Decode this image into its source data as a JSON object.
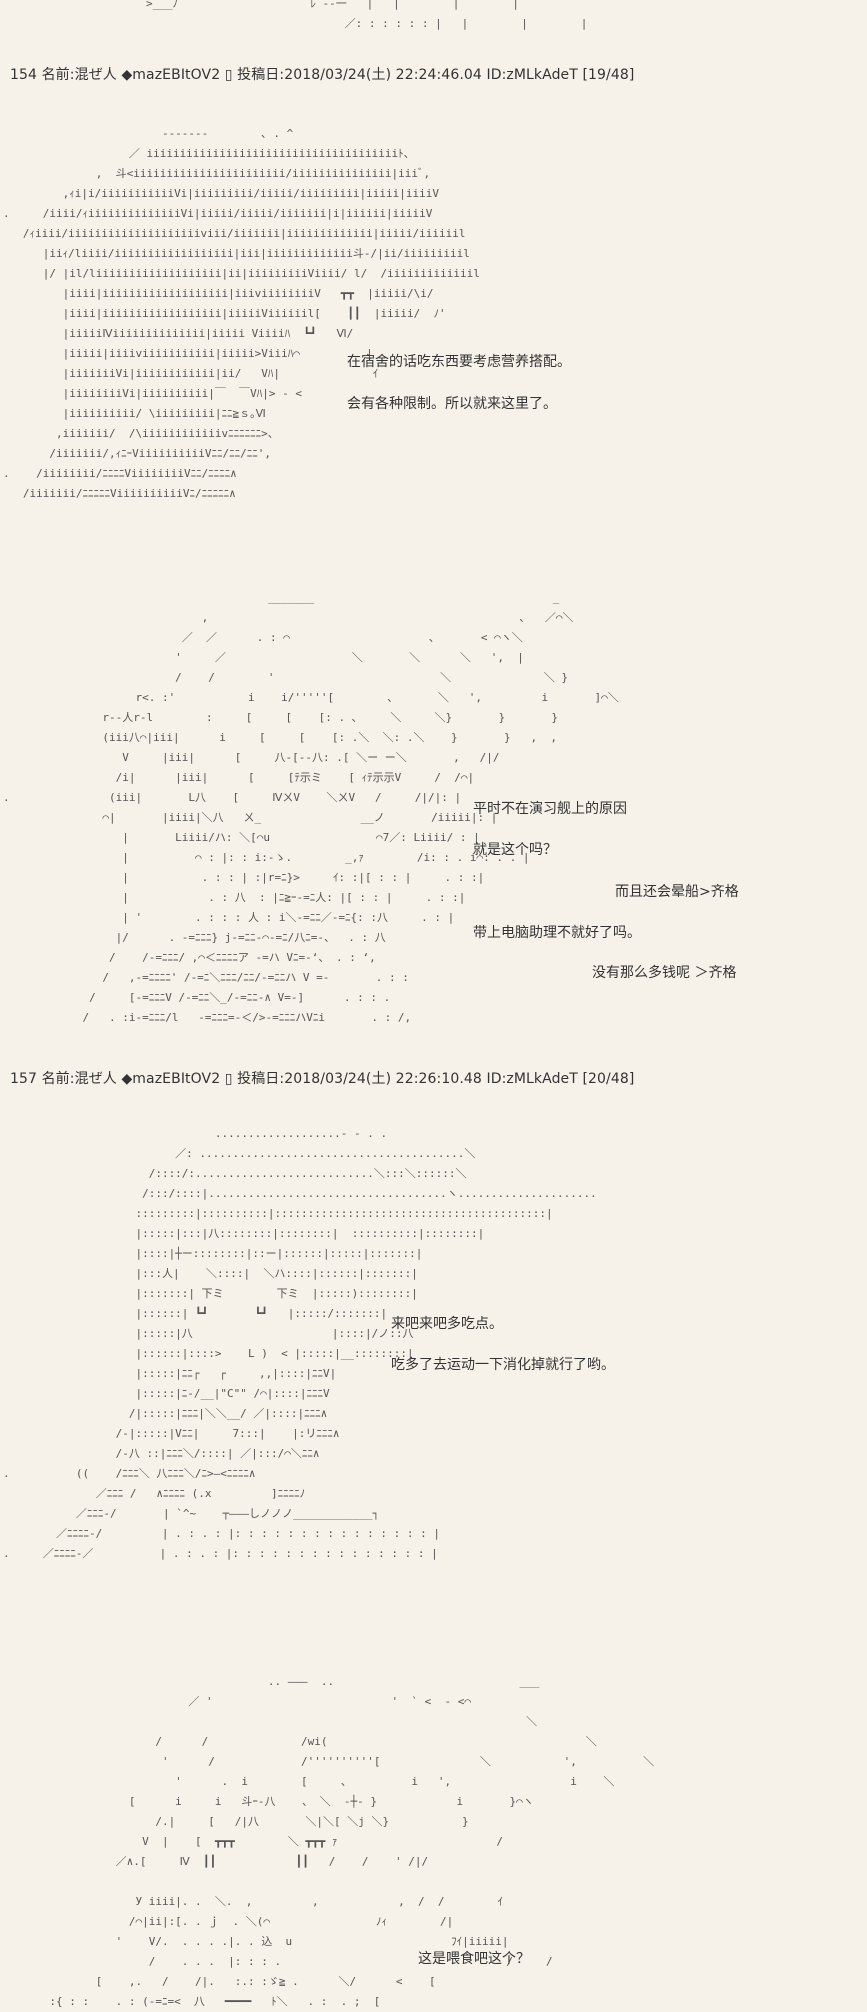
{
  "posts": [
    {
      "number": "154",
      "header": "154 名前:混ぜ人 ◆mazEBItOV2 ▯ 投稿日:2018/03/24(土) 22:24:46.04 ID:zMLkAdeT [19/48]",
      "lines": [
        "在宿舍的话吃东西要考虑营养搭配。",
        "会有各种限制。所以就来这里了。",
        "平时不在演习舰上的原因",
        "就是这个吗？",
        "而且还会晕船>齐格",
        "带上电脑助理不就好了吗。",
        "没有那么多钱呢 ＞齐格"
      ]
    },
    {
      "number": "157",
      "header": "157 名前:混ぜ人 ◆mazEBItOV2 ▯ 投稿日:2018/03/24(土) 22:26:10.48 ID:zMLkAdeT [20/48]",
      "lines": [
        "来吧来吧多吃点。",
        "吃多了去运动一下消化掉就行了哟。",
        "这是喂食吧这个？"
      ]
    }
  ],
  "aa": {
    "top": "                >___ﾉ                    ﾚ -‐一   |   |        |        |\n                                              ／: : : : : : |   |        |        |",
    "art1": "                        -------        ､ . ^\n                   ／ iiiiiiiiiiiiiiiiiiiiiiiiiiiiiiiiiiiiiiﾄ、\n              ,  斗<iiiiiiiiiiiiiiiiiiiiiii/iiiiiiiiiiiiiii|iiiﾞ,\n         ,ｨi|i/iiiiiiiiiiiVi|iiiiiiiii/iiiii/iiiiiiiii|iiiii|iiiiV\n.     /iiii/ｨiiiiiiiiiiiiiiVi|iiiii/iiiii/iiiiiii|i|iiiiii|iiiiiV\n   /ｨiiii/iiiiiiiiiiiiiiiiiiiiviii/iiiiiii|iiiiiiiiiiiii|iiiii/iiiiiil\n      |iiｨ/liiii/iiiiiiiiiiiiiiiiii|iii|iiiiiiiiiiiii斗‐/|ii/iiiiiiiiil\n      |/ |il/liiiiiiiiiiiiiiiiiii|ii|iiiiiiiiiViiii/ l/  /iiiiiiiiiiiiil\n         |iiii|iiiiiiiiiiiiiiiiiii|iiiviiiiiiiiV   ┳┳  |iiiii/\\i/\n         |iiii|iiiiiiiiiiiiiiiiii|iiiiiViiiiiil[    ┃┃  |iiiii/  ﾉ'\n         |iiiiiⅣiiiiiiiiiiiiii|iiiii Viiiiﾊ  ┗┛   Ⅵ/\n         |iiiii|iiiiviiiiiiiiiii|iiiii>Viiiﾊ⌒          |\n         |iiiiiiiVi|iiiiiiiiiiii|ii/   Vﾊ|              ｲ\n         |iiiiiiiiVi|iiiiiiiiii|￣  ￣Vﾊ|> - <\n         |iiiiiiiiii/ \\iiiiiiiii|ﾆﾆ≧ｓ｡Ⅵ\n        ,iiiiiii/  /\\iiiiiiiiiiiivﾆﾆﾆﾆﾆﾆ>、\n       /iiiiiii/,ｨﾆｰViiiiiiiiiiVﾆﾆ/ﾆﾆ/ﾆﾆ',\n.    /iiiiiiii/ﾆﾆﾆﾆViiiiiiiiVﾆﾆ/ﾆﾆﾆﾆ∧\n   /iiiiiii/ﾆﾆﾆﾆﾆViiiiiiiiiiVﾆ/ﾆﾆﾆﾆﾆ∧",
    "art2": "                                        _______                                    _\n                              ,                                               ､   ／⌒＼\n                           ／  ／      . : ⌒                     ､       < ⌒ヽ＼\n                          '     ／                   ＼       ＼      ＼   ',  |\n                          /    /        '                         ＼              ＼ }\n                    r<. :'           i    i/'''''[        、      ＼   ',         i       ]⌒＼\n               r‐‐人r‐l        :     [     [    [: . ､     ＼     ＼}       }       }\n               (iii八⌒|iii|      i     [     [    [: .＼  ＼: .＼    }       }   ,  ,\n                  V     |iii|      [     八‐[‐‐八: .[ ＼ー ー＼       ,   /|/\n                 /i|      |iii|      [     [ﾃ示ミ    [ ｨﾃ示示V     /  /⌒|\n.               (iii|       L八    [     ⅣㄨV    ＼ㄨV   /     /|/|: |\n               ⌒|       |iiii|＼八   ㄨ_               __ノ       /iiiii|: |\n                  |       Liiii/ハ: ＼[⌒u                ⌒7／: Liiii/ : |\n                  |          ⌒ : |: : i:-ゝ.        _,ｧ        /i: : . i⌒: . . |\n                  |           . : : | :|r=ﾆ}>     ｲ: :|[ : : |     . : :|\n                  |            . : 八  : |ﾆ≧ｰ-=ﾆ人: |[ : : |     . : :|\n                  | '        . : : : 人 : i＼-=ﾆﾆ／-=ﾆ{: :八     . : |\n                 |/      . -=ﾆﾆﾆ} j-=ﾆﾆ-⌒-=ﾆ/八ﾆ=-、  . : 八\n                /    /‐=ﾆﾆﾆ/ ,⌒＜ﾆﾆﾆﾆア -=ハ Vﾆ=-‘、 . : ‘,\n               /   ,-=ﾆﾆﾆﾆ' /-=ﾆ＼ﾆﾆﾆ/ﾆﾆ/-=ﾆﾆハ V =-       . : :\n             /     [-=ﾆﾆﾆV /-=ﾆﾆ＼_/-=ﾆﾆ-∧ V=-]      . : : .\n            /   . :i-=ﾆﾆﾆ/l   -=ﾆﾆﾆ=-＜/>-=ﾆﾆﾆハVﾆi       . : /,",
    "art3": "                                ...................‐ - . .\n                          ／: ........................................＼\n                      /::::/:...........................＼:::＼::::::＼\n                     /:::/::::|....................................ヽ.....................\n                    :::::::::|::::::::::|:::::::::::::::::::::::::::::::::::::::::|\n                    |:::::|:::|八::::::::|::::::::|  ::::::::::|::::::::|\n                    |::::|┼ー::::::::|::ー|::::::|:::::|:::::::|\n                    |:::人|    ＼::::|  ＼ハ::::|::::::|:::::::|\n                    |:::::::| 下ミ        下ミ  |:::::)::::::::|\n                    |::::::| ┗┛       ┗┛   |:::::/:::::::|\n                    |:::::|八                     |::::|/ノ::八\n                    |::::::|::::>    L )  < |:::::|__::::::::|\n                    |:::::|ﾆﾆ┌   ┌     ,,|::::|ﾆﾆV|\n                    |:::::|ﾆ-/__|\"C\"\" /⌒|::::|ﾆﾆﾆV\n                   /|:::::|ﾆﾆﾆ|＼＼__/ ／|::::|ﾆﾆﾆ∧\n                 /-|:::::|Vﾆﾆ|     7:::|    |:リﾆﾆﾆ∧\n                 /-八 ::|ﾆﾆﾆ＼/::::| ／|:::/⌒＼ﾆﾆ∧\n.          ((    /ﾆﾆﾆ＼ 八ﾆﾆﾆ＼/ﾆ>―<ﾆﾆﾆﾆ∧\n              ／ﾆﾆﾆ /   ∧ﾆﾆﾆﾆ (.x         ]ﾆﾆﾆﾆﾉ\n           ／ﾆﾆﾆ-/       | `^~    ┬―――しノノノ____________┐\n        ／ﾆﾆﾆﾆ-/         | . : . : |: : : : : : : : : : : : : : : |\n.     ／ﾆﾆﾆﾆ-／          | . : . : |: : : : : : : : : : : : : : : |",
    "art4": "                                        .. ―――  ..                            ___\n                            ／ '                           '  ` <  - <⌒\n                                                                               ＼\n                       /      /              /wi(                                       ＼\n                        '      /             /''''''''''[               ＼           ',          ＼\n                          '      .  i        [     、         i   ',                  i    ＼\n                   [      i     i   斗ｰ‐八    、 ＼  ‐┼‐ }            i       }⌒ヽ\n                       /.|     [   /|八       ＼|＼[ ＼j ＼}           }\n                     V  |    [  ┳┳┳        ＼ ┳┳┳ ｧ                        /\n                 ／∧.[     Ⅳ  ┃┃            ┃┃   /    /    ' /|/\n\n                    У iiii|. .  ＼.  ,         ,            ,  /  /        ｲ\n                   /⌒|ii|:[. . ｊ  . ＼(⌒                ﾉｨ        /|\n                 '    V/.  . . . .|. . 込  u                        ﾌｲ|iiiii|\n                      /    . . .  |: : : .                                  /     /\n              [    ,.   /    /|.   :.: :ゞ≧ .      ＼/      <    [\n       :{ : :    . : (-=ﾆ=<  八   ━━━━   ﾄ＼   . :  . ;  [    "
  }
}
